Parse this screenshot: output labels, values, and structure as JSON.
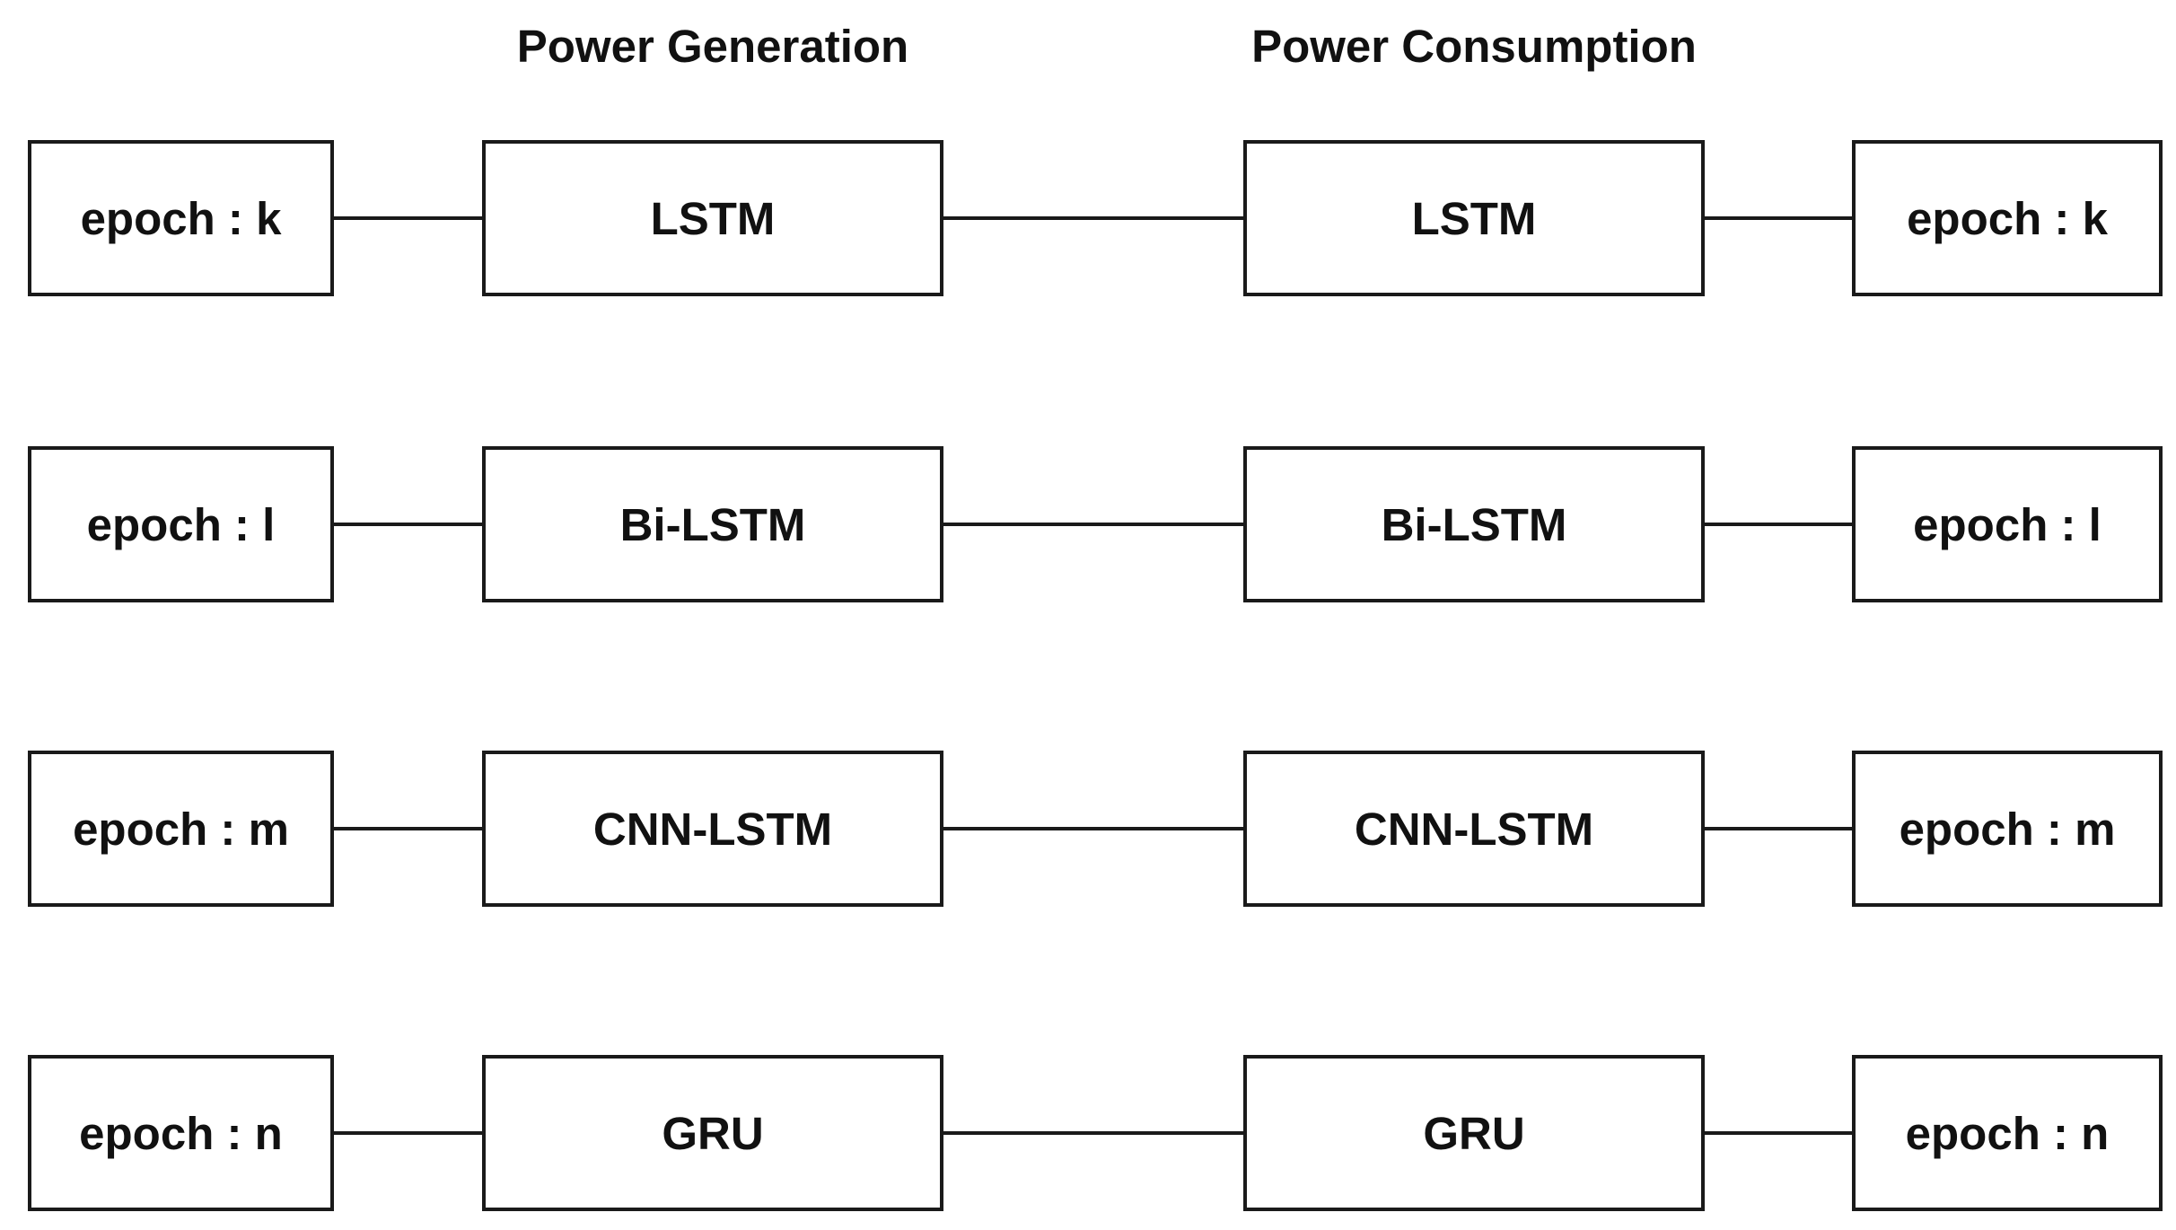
{
  "headings": {
    "generation": "Power Generation",
    "consumption": "Power Consumption"
  },
  "rows": [
    {
      "gen_epoch": "epoch : k",
      "gen_model": "LSTM",
      "con_model": "LSTM",
      "con_epoch": "epoch : k"
    },
    {
      "gen_epoch": "epoch : l",
      "gen_model": "Bi-LSTM",
      "con_model": "Bi-LSTM",
      "con_epoch": "epoch : l"
    },
    {
      "gen_epoch": "epoch : m",
      "gen_model": "CNN-LSTM",
      "con_model": "CNN-LSTM",
      "con_epoch": "epoch : m"
    },
    {
      "gen_epoch": "epoch : n",
      "gen_model": "GRU",
      "con_model": "GRU",
      "con_epoch": "epoch : n"
    }
  ]
}
